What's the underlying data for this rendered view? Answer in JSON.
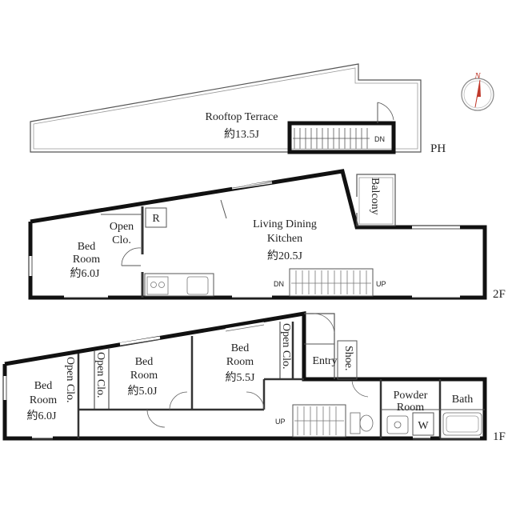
{
  "compass": {
    "letter": "N",
    "icon": "north-arrow-icon"
  },
  "floors": {
    "ph": {
      "label": "PH"
    },
    "second": {
      "label": "2F"
    },
    "first": {
      "label": "1F"
    }
  },
  "rooms": {
    "rooftop_terrace": {
      "name": "Rooftop Terrace",
      "size": "約13.5J"
    },
    "living_dining_kitchen": {
      "line1": "Living Dining",
      "line2": "Kitchen",
      "size": "約20.5J"
    },
    "bed_2f": {
      "line1": "Bed",
      "line2": "Room",
      "size": "約6.0J"
    },
    "open_clo_2f": {
      "line1": "Open",
      "line2": "Clo."
    },
    "fridge": {
      "label": "R"
    },
    "balcony": {
      "label": "Balcony"
    },
    "bed_1f_left": {
      "line1": "Bed",
      "line2": "Room",
      "size": "約6.0J"
    },
    "open_clo_1f_a": {
      "label": "Open Clo."
    },
    "open_clo_1f_b": {
      "label": "Open Clo."
    },
    "bed_1f_mid": {
      "line1": "Bed",
      "line2": "Room",
      "size": "約5.0J"
    },
    "bed_1f_right": {
      "line1": "Bed",
      "line2": "Room",
      "size": "約5.5J"
    },
    "open_clo_1f_c": {
      "label": "Open Clo."
    },
    "entry": {
      "label": "Entry"
    },
    "shoe": {
      "label": "Shoe."
    },
    "powder_room": {
      "line1": "Powder",
      "line2": "Room"
    },
    "washer": {
      "label": "W"
    },
    "bath": {
      "label": "Bath"
    }
  },
  "stairs": {
    "ph_dn": "DN",
    "second_dn": "DN",
    "second_up": "UP",
    "first_up": "UP"
  }
}
